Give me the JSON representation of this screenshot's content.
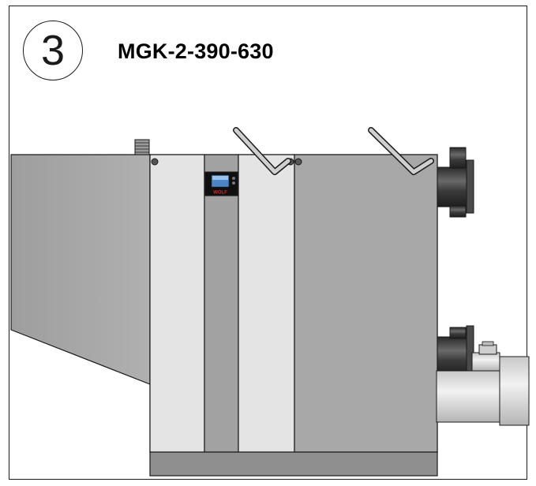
{
  "step": {
    "number": "3"
  },
  "title": "MGK-2-390-630",
  "display_logo": "WOLF",
  "colors": {
    "outline": "#1a1a1a",
    "casing_grey": "#a9a9a9",
    "panel_light": "#e3e3e3",
    "base_grey": "#8e8e8e",
    "pipe_dark": "#3f3f3f",
    "adapter_light": "#d9d9d9",
    "display_screen": "#4a86c8",
    "logo_red": "#d7262c"
  },
  "icons": [
    "lifting-hook-icon",
    "flue-adapter-icon",
    "water-connection-icon",
    "control-display-icon"
  ]
}
